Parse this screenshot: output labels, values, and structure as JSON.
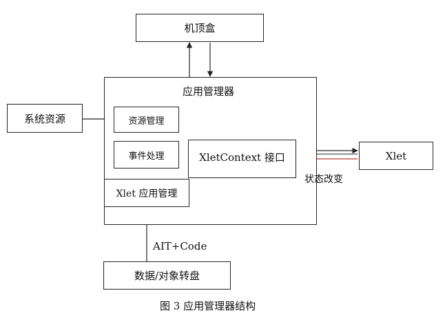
{
  "diagram": {
    "stb": "机顶盒",
    "app_manager": "应用管理器",
    "system_resources": "系统资源",
    "resource_management": "资源管理",
    "event_handling": "事件处理",
    "xlet_context": "XletContext 接口",
    "xlet": "Xlet",
    "xlet_app_management": "Xlet 应用管理",
    "state_change": "状态改变",
    "ait_code": "AIT+Code",
    "data_carousel": "数据/对象转盘",
    "caption": "图 3  应用管理器结构"
  },
  "colors": {
    "line": "#222222",
    "accent_arrow": "#c0392b"
  }
}
